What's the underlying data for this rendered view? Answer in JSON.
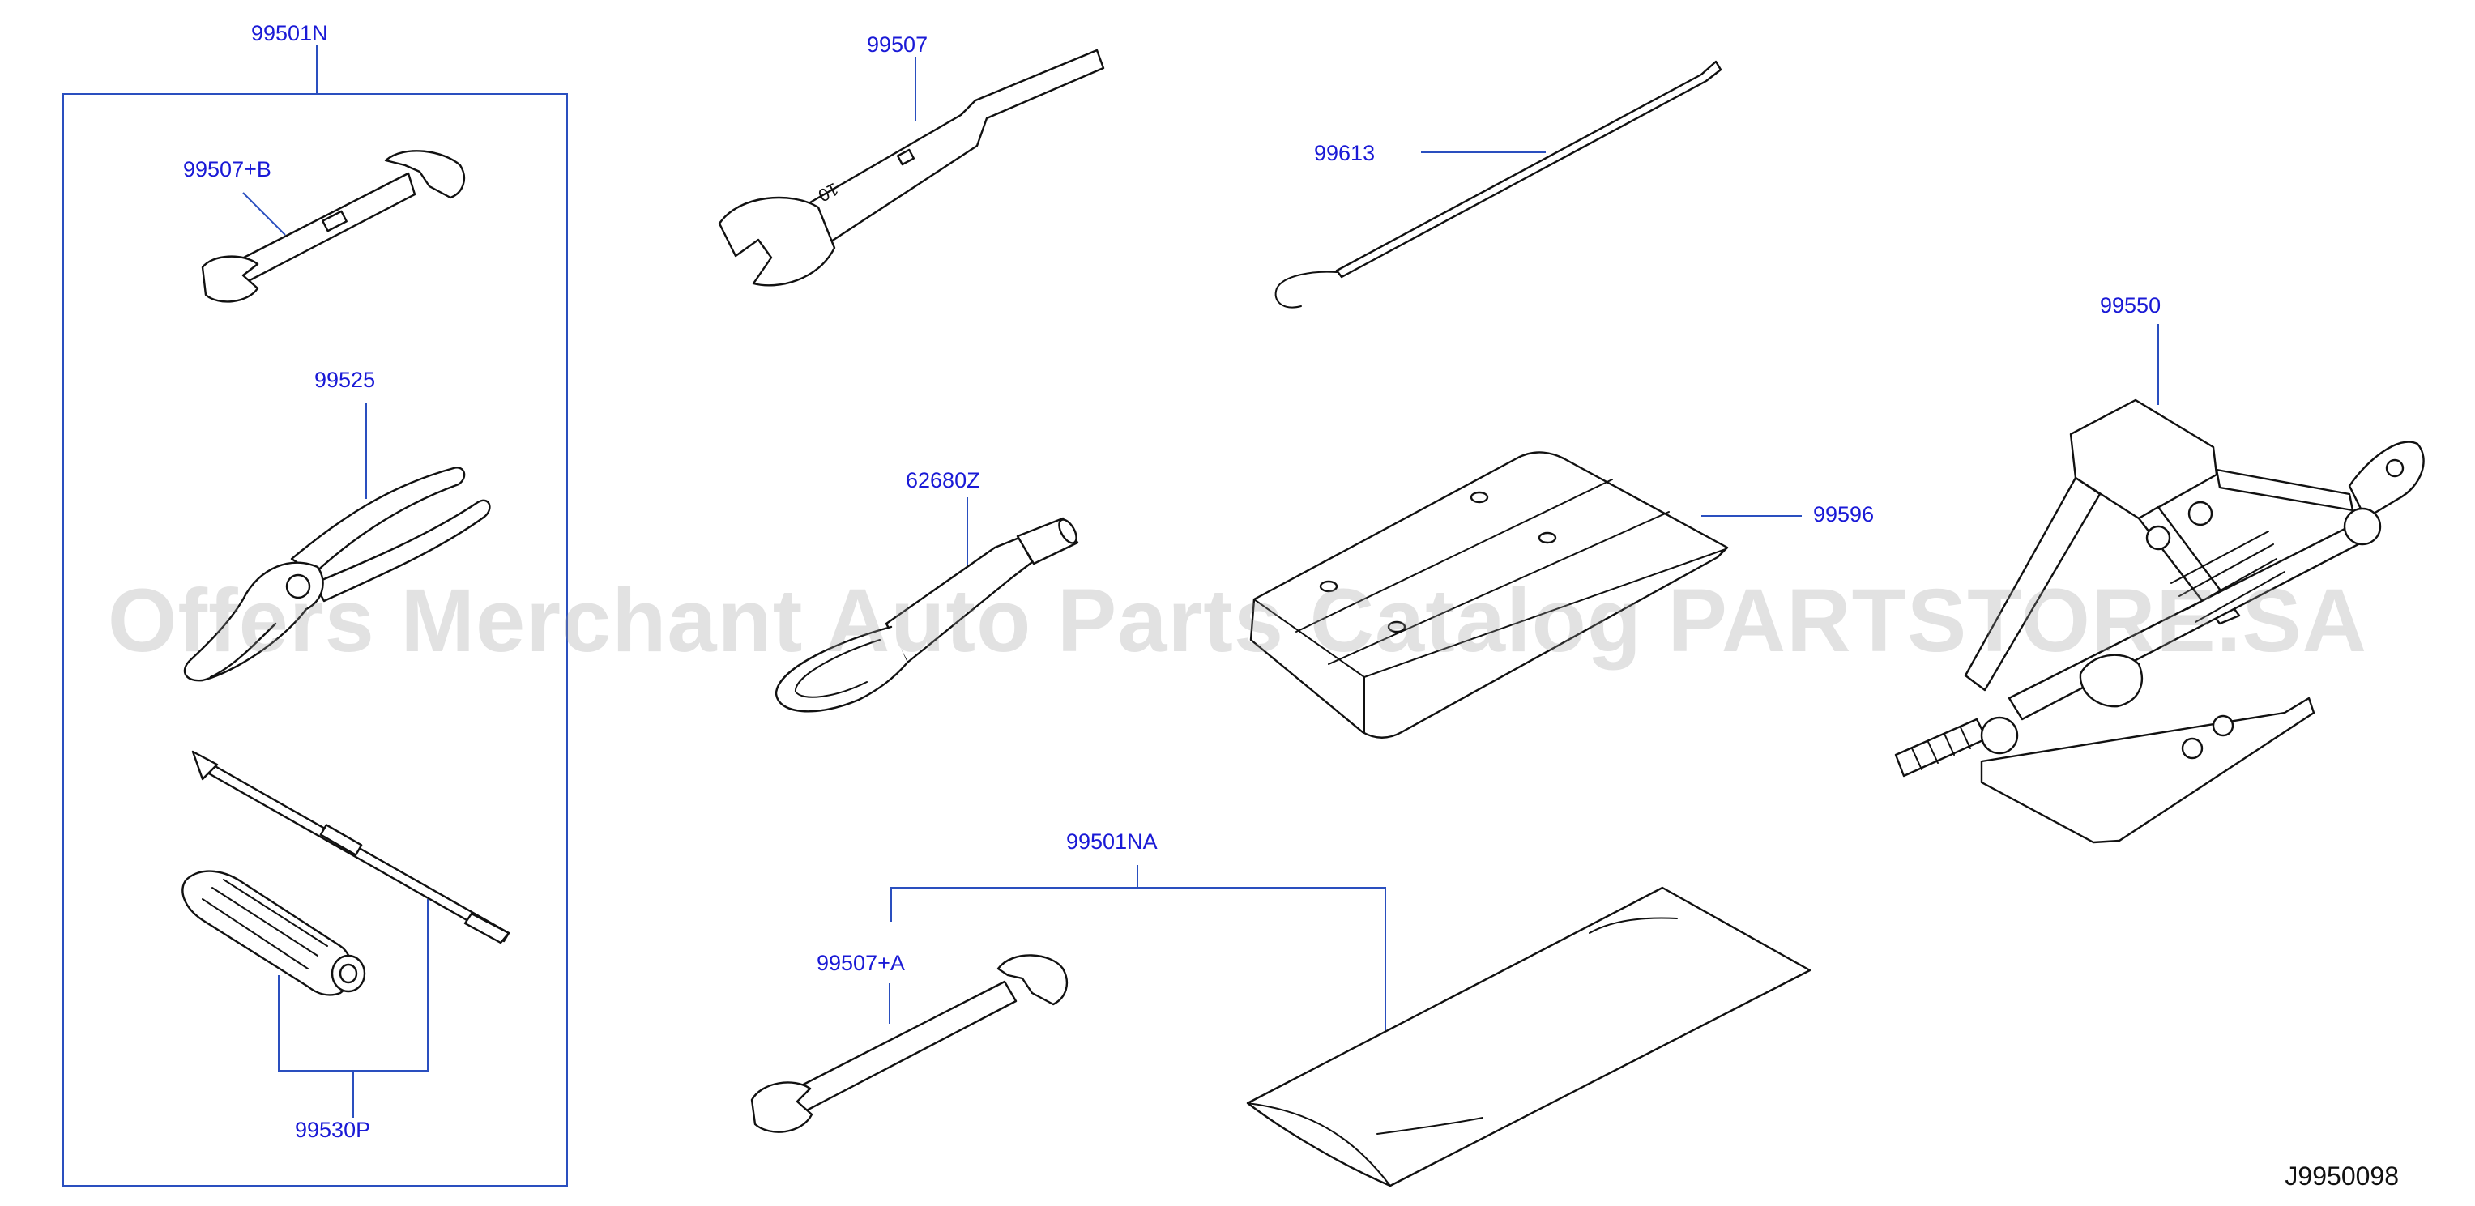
{
  "parts": {
    "kit_left": "99501N",
    "spanner_b": "99507+B",
    "pliers": "99525",
    "screwdriver": "99530P",
    "spanner_10": "99507",
    "hook_rod": "99613",
    "tow_hook": "62680Z",
    "tray": "99596",
    "jack": "99550",
    "kit_bottom": "99501NA",
    "spanner_a": "99507+A"
  },
  "spanner_marking": "10",
  "diagram_code": "J9950098",
  "watermark": "Offers Merchant Auto Parts Catalog PARTSTORE.SA"
}
